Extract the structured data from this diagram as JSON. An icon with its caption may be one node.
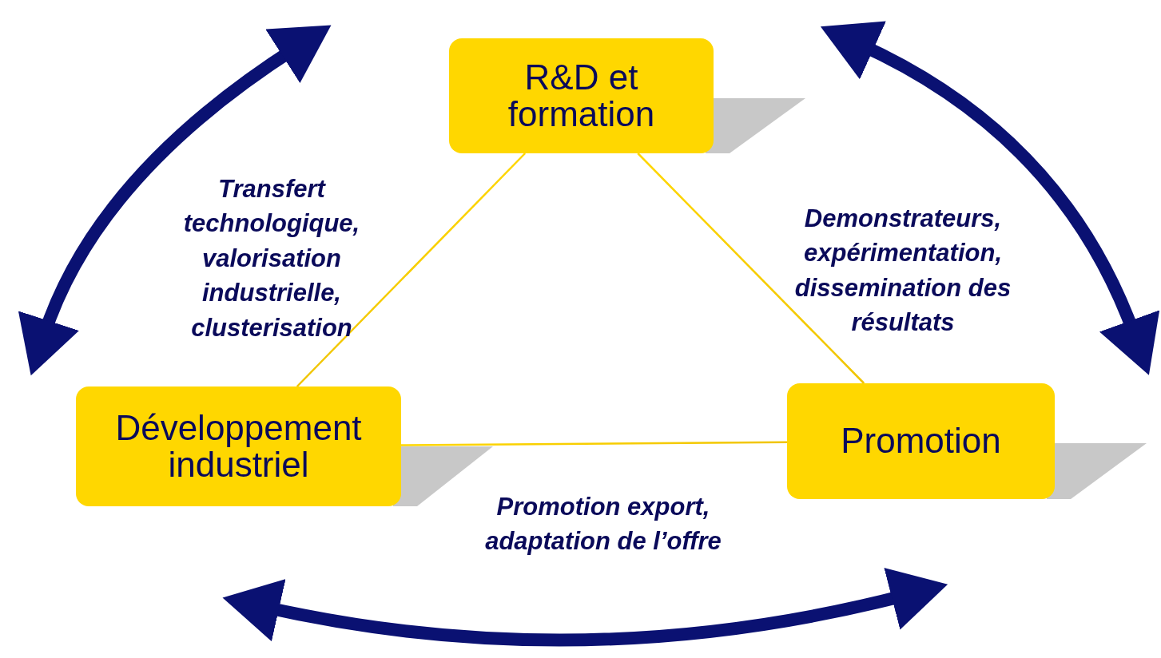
{
  "diagram": {
    "nodes": [
      {
        "text": [
          "R&D et formation"
        ]
      },
      {
        "text": [
          "Développement industriel"
        ]
      },
      {
        "text": [
          "Promotion"
        ]
      }
    ],
    "edges": [
      {
        "from": 0,
        "to": 1,
        "arrow": "none"
      },
      {
        "from": 0,
        "to": 2,
        "arrow": "none"
      },
      {
        "from": 1,
        "to": 2,
        "arrow": "none"
      }
    ],
    "labels": [
      "Transfert technologique, valorisation industrielle, clusterisation",
      "Demonstrateurs, expérimentation, dissemination des résultats",
      "Promotion export, adaptation de l’offre"
    ]
  }
}
